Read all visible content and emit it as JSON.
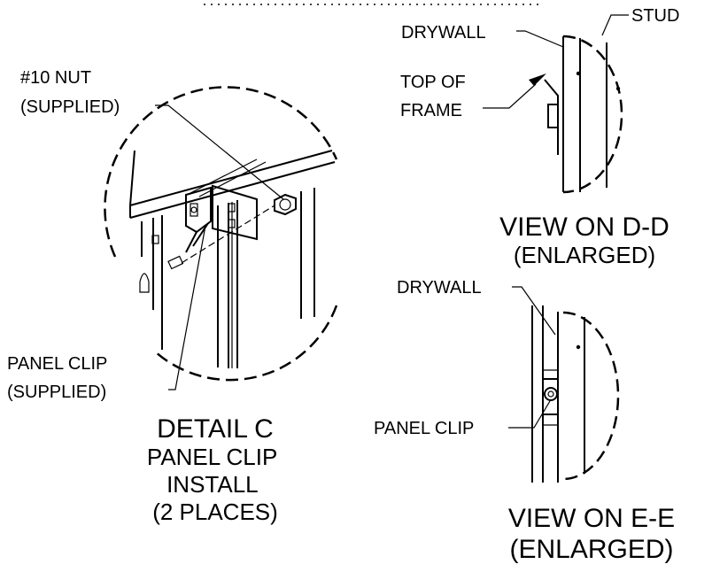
{
  "detail_c": {
    "nut_label": [
      "#10 NUT",
      "(SUPPLIED)"
    ],
    "clip_label": [
      "PANEL CLIP",
      "(SUPPLIED)"
    ],
    "title": "DETAIL C",
    "subtitle": [
      "PANEL CLIP",
      "INSTALL",
      "(2 PLACES)"
    ]
  },
  "view_dd": {
    "drywall_label": "DRYWALL",
    "stud_label": "STUD",
    "top_frame_label": [
      "TOP OF",
      "FRAME"
    ],
    "title": "VIEW ON D-D",
    "subtitle": "(ENLARGED)"
  },
  "view_ee": {
    "drywall_label": "DRYWALL",
    "clip_label": "PANEL CLIP",
    "title": "VIEW ON E-E",
    "subtitle": "(ENLARGED)"
  }
}
